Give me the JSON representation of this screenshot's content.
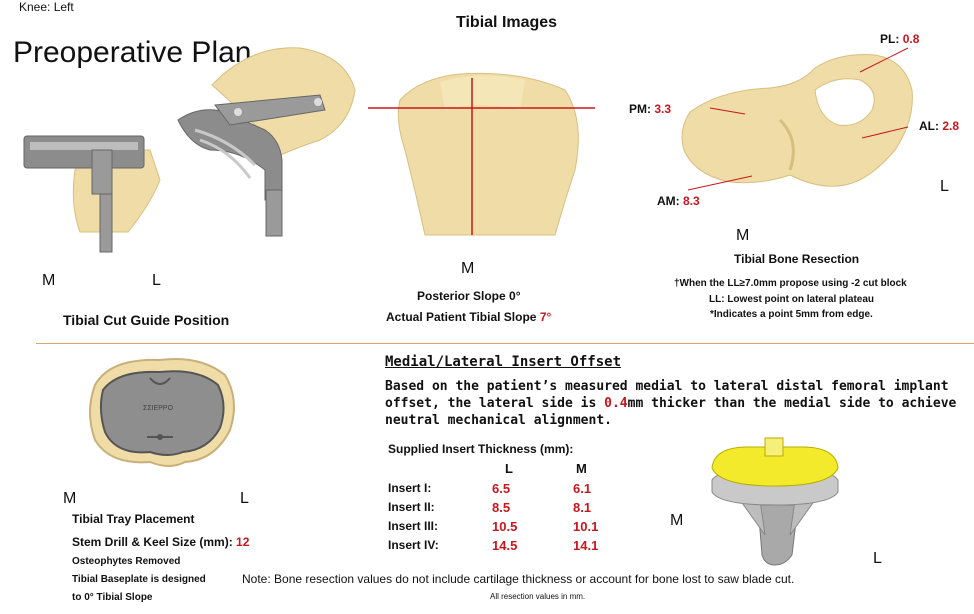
{
  "header": {
    "knee_side": "Knee: Left",
    "plan_title": "Preoperative Plan",
    "section_title": "Tibial Images"
  },
  "cut_guide": {
    "m_label": "M",
    "l_label": "L",
    "caption": "Tibial Cut Guide Position"
  },
  "slope": {
    "m_label": "M",
    "posterior_slope": "Posterior Slope 0°",
    "actual_prefix": "Actual Patient Tibial Slope ",
    "actual_value": "7°"
  },
  "resection": {
    "points": {
      "pl": {
        "name": "PL:",
        "value": "0.8"
      },
      "pm": {
        "name": "PM:",
        "value": "3.3"
      },
      "al": {
        "name": "AL:",
        "value": "2.8"
      },
      "am": {
        "name": "AM:",
        "value": "8.3"
      }
    },
    "l_label": "L",
    "m_label": "M",
    "title": "Tibial Bone Resection",
    "note1": "†When the LL≥7.0mm propose using -2 cut block",
    "note2": "LL: Lowest point on lateral plateau",
    "note3": "*Indicates a point 5mm from edge."
  },
  "tray": {
    "m_label": "M",
    "l_label": "L",
    "placement": "Tibial Tray Placement",
    "stem_label": "Stem Drill & Keel Size (mm): ",
    "stem_value": "12",
    "osteophytes": "Osteophytes Removed",
    "baseplate_line1": "Tibial Baseplate is designed",
    "baseplate_line2": "to 0° Tibial Slope",
    "tray_engraving": "ΣΣΙΕΡΡΟ"
  },
  "offset": {
    "heading": "Medial/Lateral Insert Offset",
    "text_part1": "Based on the patient’s measured medial to lateral distal femoral implant",
    "text_part2a": "offset, the lateral side is ",
    "text_value": "0.4",
    "text_part2b": "mm thicker than the medial side to achieve",
    "text_part3": "neutral mechanical alignment."
  },
  "inserts": {
    "title": "Supplied Insert Thickness (mm):",
    "col_l": "L",
    "col_m": "M",
    "rows": [
      {
        "name": "Insert I:",
        "l": "6.5",
        "m": "6.1"
      },
      {
        "name": "Insert II:",
        "l": "8.5",
        "m": "8.1"
      },
      {
        "name": "Insert III:",
        "l": "10.5",
        "m": "10.1"
      },
      {
        "name": "Insert IV:",
        "l": "14.5",
        "m": "14.1"
      }
    ]
  },
  "implant": {
    "m_label": "M",
    "l_label": "L"
  },
  "footer": {
    "note": "Note: Bone resection values do not include cartilage thickness or account for bone lost to saw blade cut.",
    "units": "All resection values in mm."
  },
  "colors": {
    "bone": "#f0dca6",
    "bone_dark": "#d8bf80",
    "metal": "#8c8c8c",
    "insert_yellow": "#f2ea2a",
    "accent_red": "#c8161d",
    "divider": "#d9a56a"
  }
}
